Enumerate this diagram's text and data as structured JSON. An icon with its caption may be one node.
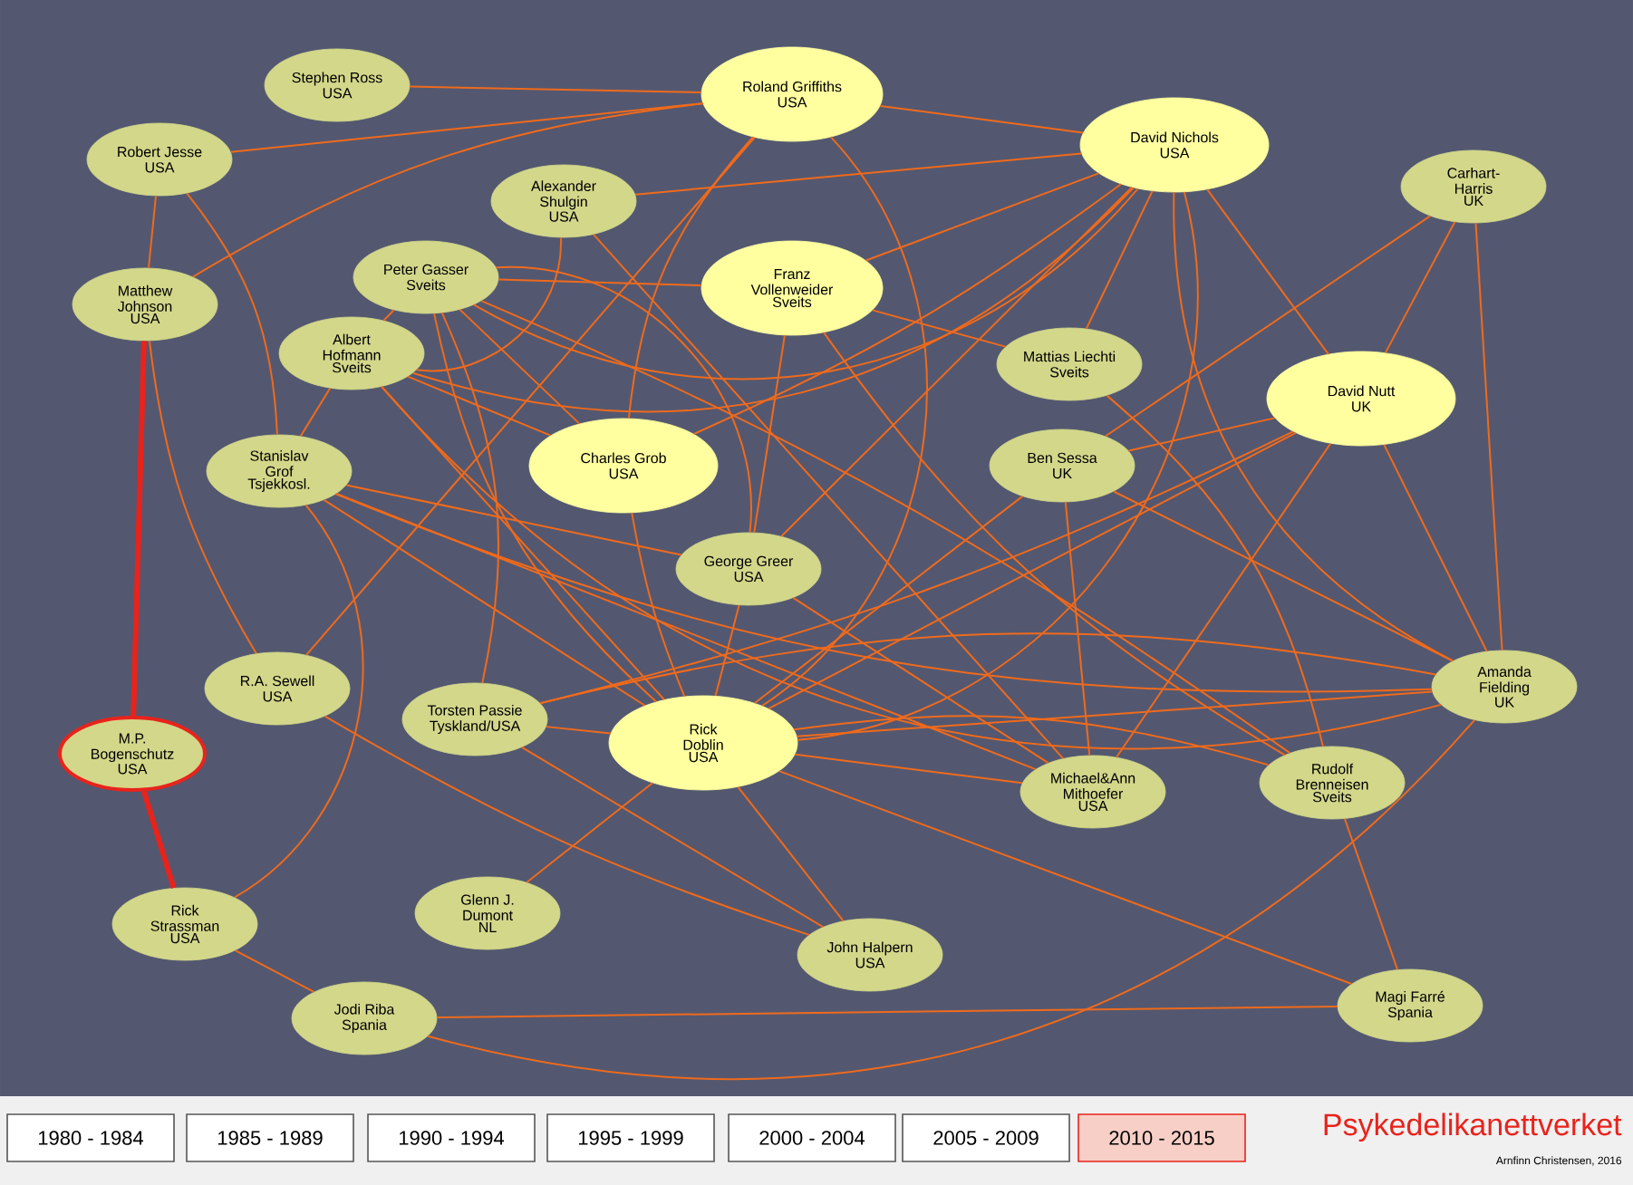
{
  "diagram": {
    "title": "Psykedelikanettverket",
    "nodes": [
      {
        "text": [
          "Stephen Ross",
          "USA"
        ]
      },
      {
        "text": [
          "Roland Griffiths",
          "USA"
        ]
      },
      {
        "text": [
          "Robert Jesse",
          "USA"
        ]
      },
      {
        "text": [
          "David Nichols",
          "USA"
        ]
      },
      {
        "text": [
          "Alexander Shulgin",
          "USA"
        ]
      },
      {
        "text": [
          "Carhart-Harris",
          "UK"
        ]
      },
      {
        "text": [
          "Matthew Johnson",
          "USA"
        ]
      },
      {
        "text": [
          "Peter Gasser",
          "Sveits"
        ]
      },
      {
        "text": [
          "Franz Vollenweider",
          "Sveits"
        ]
      },
      {
        "text": [
          "Albert Hofmann",
          "Sveits"
        ]
      },
      {
        "text": [
          "Mattias Liechti",
          "Sveits"
        ]
      },
      {
        "text": [
          "David Nutt",
          "UK"
        ]
      },
      {
        "text": [
          "Stanislav Grof",
          "Tsjekkosl."
        ]
      },
      {
        "text": [
          "Charles Grob",
          "USA"
        ]
      },
      {
        "text": [
          "Ben Sessa",
          "UK"
        ]
      },
      {
        "text": [
          "George Greer",
          "USA"
        ]
      },
      {
        "text": [
          "R.A. Sewell",
          "USA"
        ]
      },
      {
        "text": [
          "Torsten Passie",
          "Tyskland/USA"
        ]
      },
      {
        "text": [
          "Rick Doblin",
          "USA"
        ]
      },
      {
        "text": [
          "Amanda Fielding",
          "UK"
        ]
      },
      {
        "text": [
          "M.P. Bogenschutz",
          "USA"
        ]
      },
      {
        "text": [
          "Michael&Ann Mithoefer",
          "USA"
        ]
      },
      {
        "text": [
          "Rudolf Brenneisen",
          "Sveits"
        ]
      },
      {
        "text": [
          "Glenn J. Dumont",
          "NL"
        ]
      },
      {
        "text": [
          "Rick Strassman",
          "USA"
        ]
      },
      {
        "text": [
          "John Halpern",
          "USA"
        ]
      },
      {
        "text": [
          "Jodi Riba",
          "Spania"
        ]
      },
      {
        "text": [
          "Magi Farré",
          "Spania"
        ]
      },
      {
        "text": [
          "1980 - 1984"
        ]
      },
      {
        "text": [
          "1985 - 1989"
        ]
      },
      {
        "text": [
          "1990 - 1994"
        ]
      },
      {
        "text": [
          "1995 - 1999"
        ]
      },
      {
        "text": [
          "2000 - 2004"
        ]
      },
      {
        "text": [
          "2005 - 2009"
        ]
      },
      {
        "text": [
          "2010 - 2015"
        ]
      }
    ],
    "edges": [
      {
        "from": 0,
        "to": 1,
        "arrow": "none"
      },
      {
        "from": 2,
        "to": 1,
        "arrow": "none"
      },
      {
        "from": 2,
        "to": 6,
        "arrow": "none"
      },
      {
        "from": 2,
        "to": 12,
        "arrow": "none"
      },
      {
        "from": 6,
        "to": 1,
        "arrow": "none"
      },
      {
        "from": 6,
        "to": 20,
        "arrow": "none",
        "style": "thick",
        "color": "#e8231c"
      },
      {
        "from": 6,
        "to": 16,
        "arrow": "none"
      },
      {
        "from": 20,
        "to": 24,
        "arrow": "none",
        "style": "thick",
        "color": "#e8231c"
      },
      {
        "from": 1,
        "to": 3,
        "arrow": "none"
      },
      {
        "from": 1,
        "to": 13,
        "arrow": "none"
      },
      {
        "from": 1,
        "to": 16,
        "arrow": "none"
      },
      {
        "from": 1,
        "to": 18,
        "arrow": "none"
      },
      {
        "from": 9,
        "to": 4,
        "arrow": "none"
      },
      {
        "from": 3,
        "to": 4,
        "arrow": "none"
      },
      {
        "from": 3,
        "to": 7,
        "arrow": "none"
      },
      {
        "from": 3,
        "to": 9,
        "arrow": "none"
      },
      {
        "from": 3,
        "to": 8,
        "arrow": "none"
      },
      {
        "from": 3,
        "to": 13,
        "arrow": "none"
      },
      {
        "from": 3,
        "to": 15,
        "arrow": "none"
      },
      {
        "from": 3,
        "to": 18,
        "arrow": "none"
      },
      {
        "from": 3,
        "to": 10,
        "arrow": "none"
      },
      {
        "from": 3,
        "to": 11,
        "arrow": "none"
      },
      {
        "from": 3,
        "to": 19,
        "arrow": "none"
      },
      {
        "from": 4,
        "to": 21,
        "arrow": "none"
      },
      {
        "from": 7,
        "to": 8,
        "arrow": "none"
      },
      {
        "from": 7,
        "to": 9,
        "arrow": "none"
      },
      {
        "from": 7,
        "to": 17,
        "arrow": "none"
      },
      {
        "from": 7,
        "to": 18,
        "arrow": "none"
      },
      {
        "from": 7,
        "to": 13,
        "arrow": "none"
      },
      {
        "from": 7,
        "to": 22,
        "arrow": "none"
      },
      {
        "from": 7,
        "to": 15,
        "arrow": "none"
      },
      {
        "from": 8,
        "to": 10,
        "arrow": "none"
      },
      {
        "from": 8,
        "to": 15,
        "arrow": "none"
      },
      {
        "from": 8,
        "to": 22,
        "arrow": "none"
      },
      {
        "from": 9,
        "to": 12,
        "arrow": "none"
      },
      {
        "from": 9,
        "to": 13,
        "arrow": "none"
      },
      {
        "from": 9,
        "to": 18,
        "arrow": "none"
      },
      {
        "from": 9,
        "to": 19,
        "arrow": "none"
      },
      {
        "from": 12,
        "to": 18,
        "arrow": "none"
      },
      {
        "from": 12,
        "to": 21,
        "arrow": "none"
      },
      {
        "from": 12,
        "to": 19,
        "arrow": "none"
      },
      {
        "from": 12,
        "to": 24,
        "arrow": "none"
      },
      {
        "from": 12,
        "to": 15,
        "arrow": "none"
      },
      {
        "from": 5,
        "to": 14,
        "arrow": "none"
      },
      {
        "from": 5,
        "to": 11,
        "arrow": "none"
      },
      {
        "from": 5,
        "to": 19,
        "arrow": "none"
      },
      {
        "from": 11,
        "to": 14,
        "arrow": "none"
      },
      {
        "from": 11,
        "to": 18,
        "arrow": "none"
      },
      {
        "from": 11,
        "to": 19,
        "arrow": "none"
      },
      {
        "from": 11,
        "to": 17,
        "arrow": "none"
      },
      {
        "from": 11,
        "to": 21,
        "arrow": "none"
      },
      {
        "from": 14,
        "to": 18,
        "arrow": "none"
      },
      {
        "from": 14,
        "to": 21,
        "arrow": "none"
      },
      {
        "from": 14,
        "to": 19,
        "arrow": "none"
      },
      {
        "from": 10,
        "to": 22,
        "arrow": "none"
      },
      {
        "from": 13,
        "to": 18,
        "arrow": "none"
      },
      {
        "from": 15,
        "to": 18,
        "arrow": "none"
      },
      {
        "from": 15,
        "to": 21,
        "arrow": "none"
      },
      {
        "from": 16,
        "to": 25,
        "arrow": "none"
      },
      {
        "from": 17,
        "to": 18,
        "arrow": "none"
      },
      {
        "from": 17,
        "to": 19,
        "arrow": "none"
      },
      {
        "from": 17,
        "to": 25,
        "arrow": "none"
      },
      {
        "from": 18,
        "to": 19,
        "arrow": "none"
      },
      {
        "from": 18,
        "to": 21,
        "arrow": "none"
      },
      {
        "from": 18,
        "to": 25,
        "arrow": "none"
      },
      {
        "from": 18,
        "to": 23,
        "arrow": "none"
      },
      {
        "from": 18,
        "to": 22,
        "arrow": "none"
      },
      {
        "from": 18,
        "to": 27,
        "arrow": "none"
      },
      {
        "from": 24,
        "to": 26,
        "arrow": "none"
      },
      {
        "from": 26,
        "to": 27,
        "arrow": "none"
      },
      {
        "from": 26,
        "to": 19,
        "arrow": "none"
      },
      {
        "from": 22,
        "to": 27,
        "arrow": "none"
      }
    ],
    "labels": [
      "Arnfinn Christensen, 2016"
    ]
  }
}
